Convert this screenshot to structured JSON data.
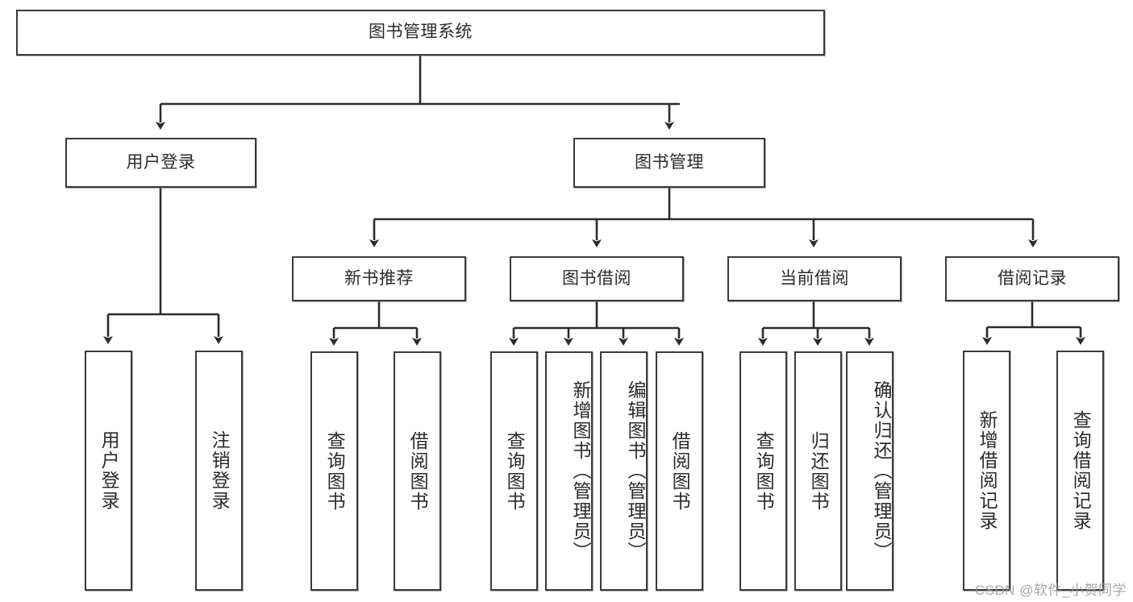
{
  "diagram": {
    "title": "图书管理系统",
    "root": {
      "label": "图书管理系统"
    },
    "level2": [
      {
        "label": "用户登录"
      },
      {
        "label": "图书管理"
      }
    ],
    "level3": [
      {
        "label": "新书推荐"
      },
      {
        "label": "图书借阅"
      },
      {
        "label": "当前借阅"
      },
      {
        "label": "借阅记录"
      }
    ],
    "leaves": {
      "user_login": [
        {
          "label": "用户登录"
        },
        {
          "label": "注销登录"
        }
      ],
      "new_book": [
        {
          "label": "查询图书"
        },
        {
          "label": "借阅图书"
        }
      ],
      "book_borrow": [
        {
          "label": "查询图书"
        },
        {
          "label": "新增图书（管理员）"
        },
        {
          "label": "编辑图书（管理员）"
        },
        {
          "label": "借阅图书"
        }
      ],
      "current_borrow": [
        {
          "label": "查询图书"
        },
        {
          "label": "归还图书"
        },
        {
          "label": "确认归还（管理员）"
        }
      ],
      "borrow_record": [
        {
          "label": "新增借阅记录"
        },
        {
          "label": "查询借阅记录"
        }
      ]
    }
  },
  "watermark": {
    "text": "CSDN @软件_小贺同学"
  },
  "colors": {
    "border": "#3a3a3a",
    "line": "#2b2b2b",
    "background": "#ffffff",
    "text": "#2b2b2b",
    "watermark": "#9a9a9a"
  }
}
